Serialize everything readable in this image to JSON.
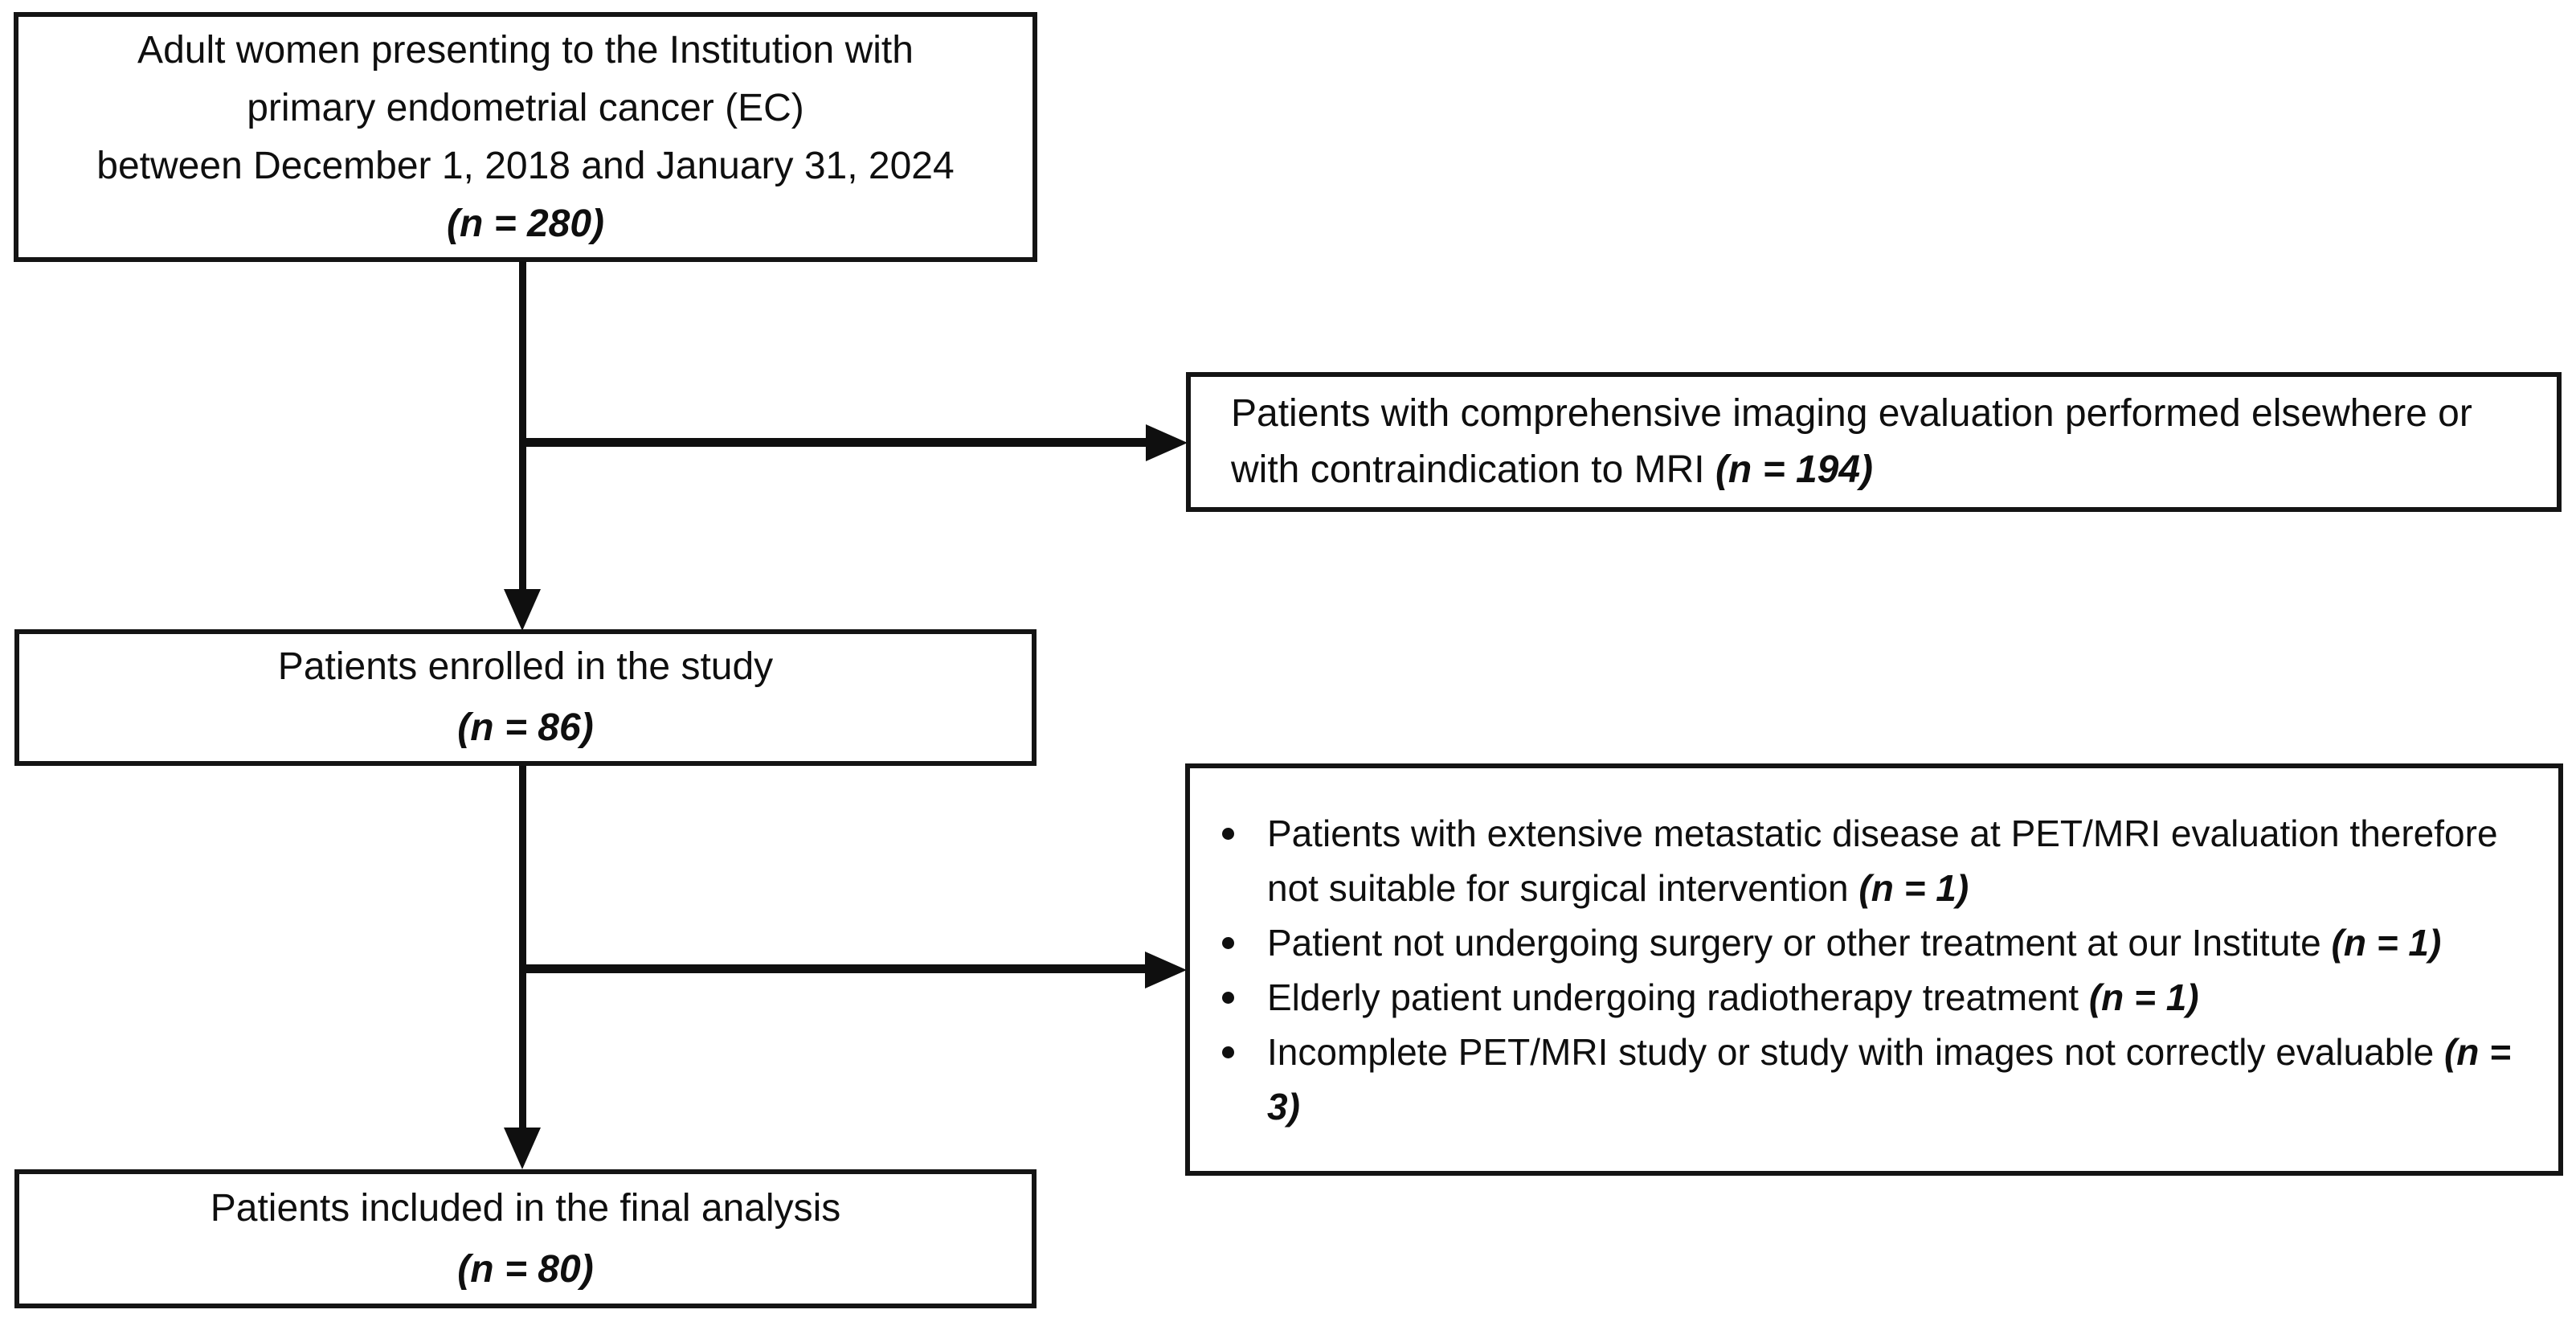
{
  "figure": {
    "type": "patient-flow-diagram",
    "colors": {
      "line": "#0f0f0f",
      "box_border": "#141414",
      "box_background": "#ffffff",
      "text": "#0f0f0f",
      "page_background": "#ffffff"
    },
    "boxes": {
      "eligible": {
        "line1": "Adult women presenting to the Institution with",
        "line2": "primary endometrial cancer (EC)",
        "line3": "between December 1, 2018 and January 31, 2024",
        "n_label": "(n = 280)"
      },
      "excluded_imaging": {
        "text": "Patients with comprehensive imaging evaluation performed elsewhere or with contraindication to MRI ",
        "n_label": "(n = 194)"
      },
      "enrolled": {
        "line1": "Patients enrolled in the study",
        "n_label": "(n = 86)"
      },
      "excluded_other": {
        "bullets": [
          {
            "text": "Patients with extensive metastatic disease at PET/MRI evaluation therefore not suitable for surgical intervention ",
            "n_label": "(n = 1)"
          },
          {
            "text": "Patient not undergoing surgery or other treatment at our Institute ",
            "n_label": "(n = 1)"
          },
          {
            "text": "Elderly patient undergoing radiotherapy treatment ",
            "n_label": "(n = 1)"
          },
          {
            "text": "Incomplete PET/MRI study or study with images not correctly evaluable ",
            "n_label": "(n = 3)"
          }
        ]
      },
      "final_analysis": {
        "line1": "Patients included in the final analysis",
        "n_label": "(n = 80)"
      }
    }
  }
}
